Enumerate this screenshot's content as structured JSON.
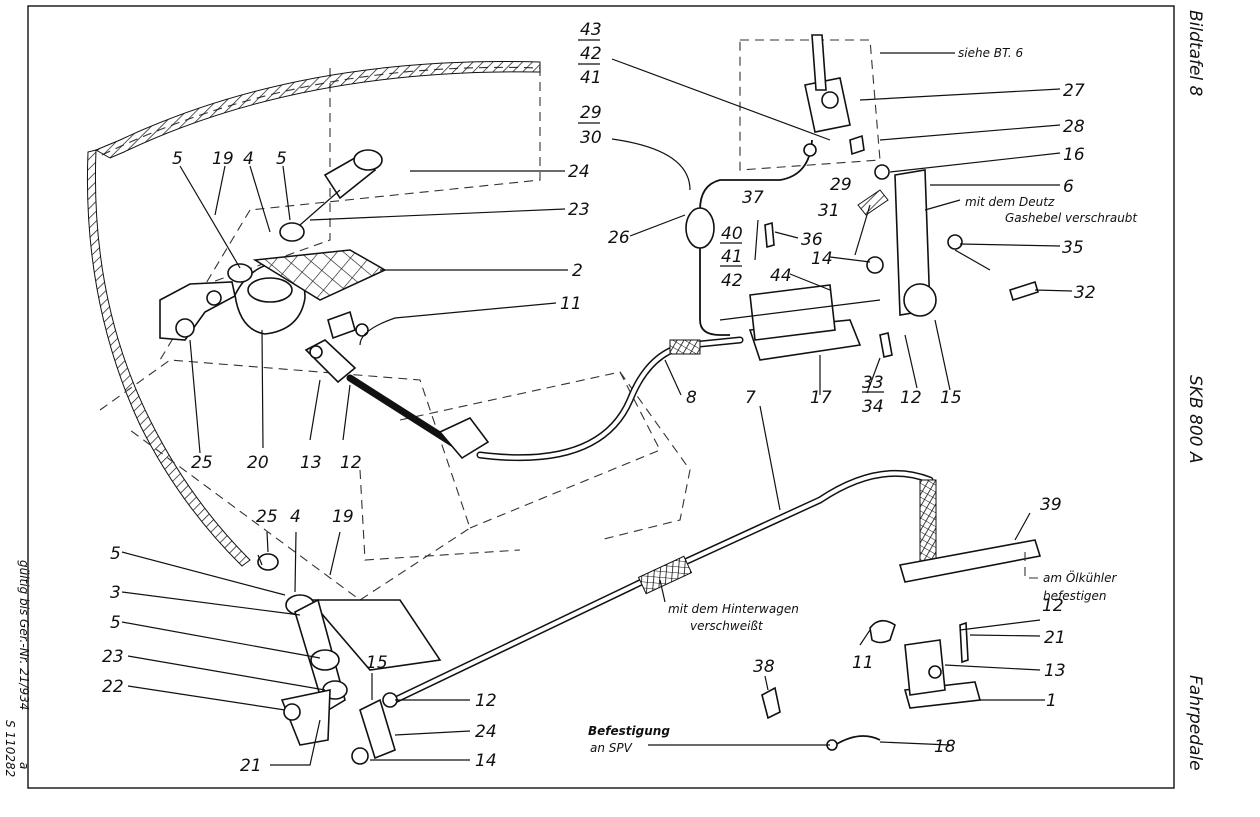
{
  "plate": {
    "title_top": "Bildtafel 8",
    "title_mid": "SKB 800 A",
    "title_bottom": "Fahrpedale"
  },
  "left_margin": {
    "validity": "gültig bis Ger.-Nr. 21/934",
    "mark": "a",
    "doc_number": "S 110282"
  },
  "notes": {
    "see": "siehe BT. 6",
    "deutz_1": "mit dem Deutz",
    "deutz_2": "Gashebel verschraubt",
    "rear_1": "mit dem Hinterwagen",
    "rear_2": "verschweißt",
    "cooler_1": "am Ölkühler",
    "cooler_2": "befestigen",
    "mount_1": "Befestigung",
    "mount_2": "an SPV"
  },
  "labels": {
    "n43": "43",
    "n42a": "42",
    "n41a": "41",
    "n29a": "29",
    "n30": "30",
    "n37": "37",
    "n40": "40",
    "n41b": "41",
    "n42b": "42",
    "n33": "33",
    "n34": "34",
    "n27": "27",
    "n28": "28",
    "n29b": "29",
    "n16": "16",
    "n6": "6",
    "n31": "31",
    "n36": "36",
    "n35": "35",
    "n14a": "14",
    "n44": "44",
    "n32": "32",
    "n12a": "12",
    "n15a": "15",
    "n17": "17",
    "n26": "26",
    "n8": "8",
    "n7": "7",
    "n5a": "5",
    "n19a": "19",
    "n4a": "4",
    "n5b": "5",
    "n24a": "24",
    "n23a": "23",
    "n2": "2",
    "n11a": "11",
    "n25a": "25",
    "n20": "20",
    "n13a": "13",
    "n12b": "12",
    "n25b": "25",
    "n4b": "4",
    "n19b": "19",
    "n5c": "5",
    "n3": "3",
    "n5d": "5",
    "n23b": "23",
    "n22": "22",
    "n15b": "15",
    "n12c": "12",
    "n24b": "24",
    "n21a": "21",
    "n14b": "14",
    "n39": "39",
    "n12d": "12",
    "n21b": "21",
    "n11b": "11",
    "n13b": "13",
    "n1": "1",
    "n38": "38",
    "n18": "18"
  }
}
